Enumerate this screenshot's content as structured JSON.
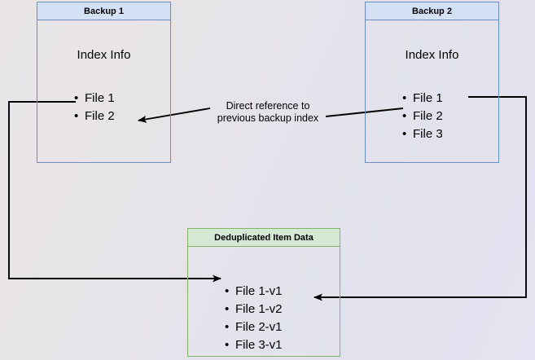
{
  "diagram": {
    "title": "Backup deduplication index reference diagram",
    "background_gradient_from": "#e9e5e7",
    "background_gradient_to": "#e4e3f1",
    "blue_border": "#6c8ebf",
    "blue_header_fill": "#d4e1f5",
    "green_border": "#82b366",
    "green_header_fill": "#d5e8d4",
    "edge_color": "#000000"
  },
  "nodes": {
    "backup1": {
      "header": "Backup 1",
      "section_title": "Index Info",
      "files": [
        "File 1",
        "File 2"
      ]
    },
    "backup2": {
      "header": "Backup 2",
      "section_title": "Index Info",
      "files": [
        "File 1",
        "File 2",
        "File 3"
      ]
    },
    "dedup": {
      "header": "Deduplicated Item Data",
      "files": [
        "File 1-v1",
        "File 1-v2",
        "File 2-v1",
        "File 3-v1"
      ]
    }
  },
  "edges": {
    "reference_label": "Direct reference to\nprevious backup index",
    "backup1_to_dedup": "Backup 1 File 1 to File 1-v1",
    "backup2_to_dedup": "Backup 2 File 1 to File 1-v2",
    "backup2_to_backup1": "Backup 2 File 2 to Backup 1 File 2"
  }
}
